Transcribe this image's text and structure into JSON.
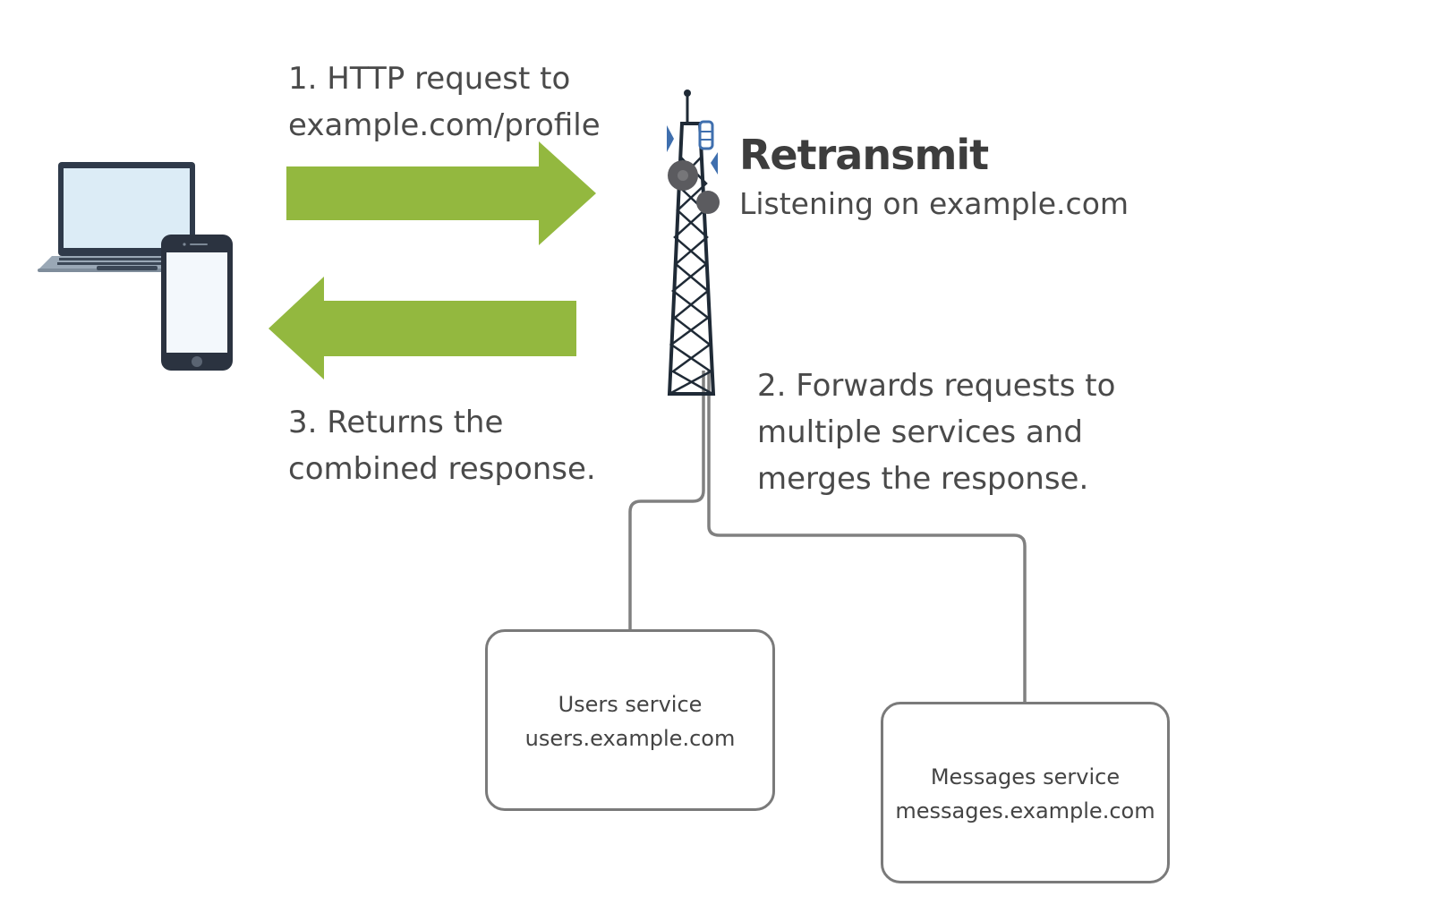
{
  "client": {
    "devices": [
      "laptop",
      "phone"
    ]
  },
  "steps": {
    "request": [
      "1. HTTP request to",
      "example.com/profile"
    ],
    "forward": [
      "2. Forwards requests to",
      "multiple services and",
      "merges the response."
    ],
    "response": [
      "3. Returns the",
      "combined response."
    ]
  },
  "server": {
    "name": "Retransmit",
    "subtitle": "Listening on example.com",
    "icon": "radio-tower-icon"
  },
  "services": [
    {
      "name": "Users service",
      "host": "users.example.com"
    },
    {
      "name": "Messages service",
      "host": "messages.example.com"
    }
  ],
  "colors": {
    "arrow": "#93b83f",
    "connector": "#808080",
    "tower": "#1f2a36",
    "tower_accent": "#3f6fae",
    "text": "#4a4a4a"
  }
}
